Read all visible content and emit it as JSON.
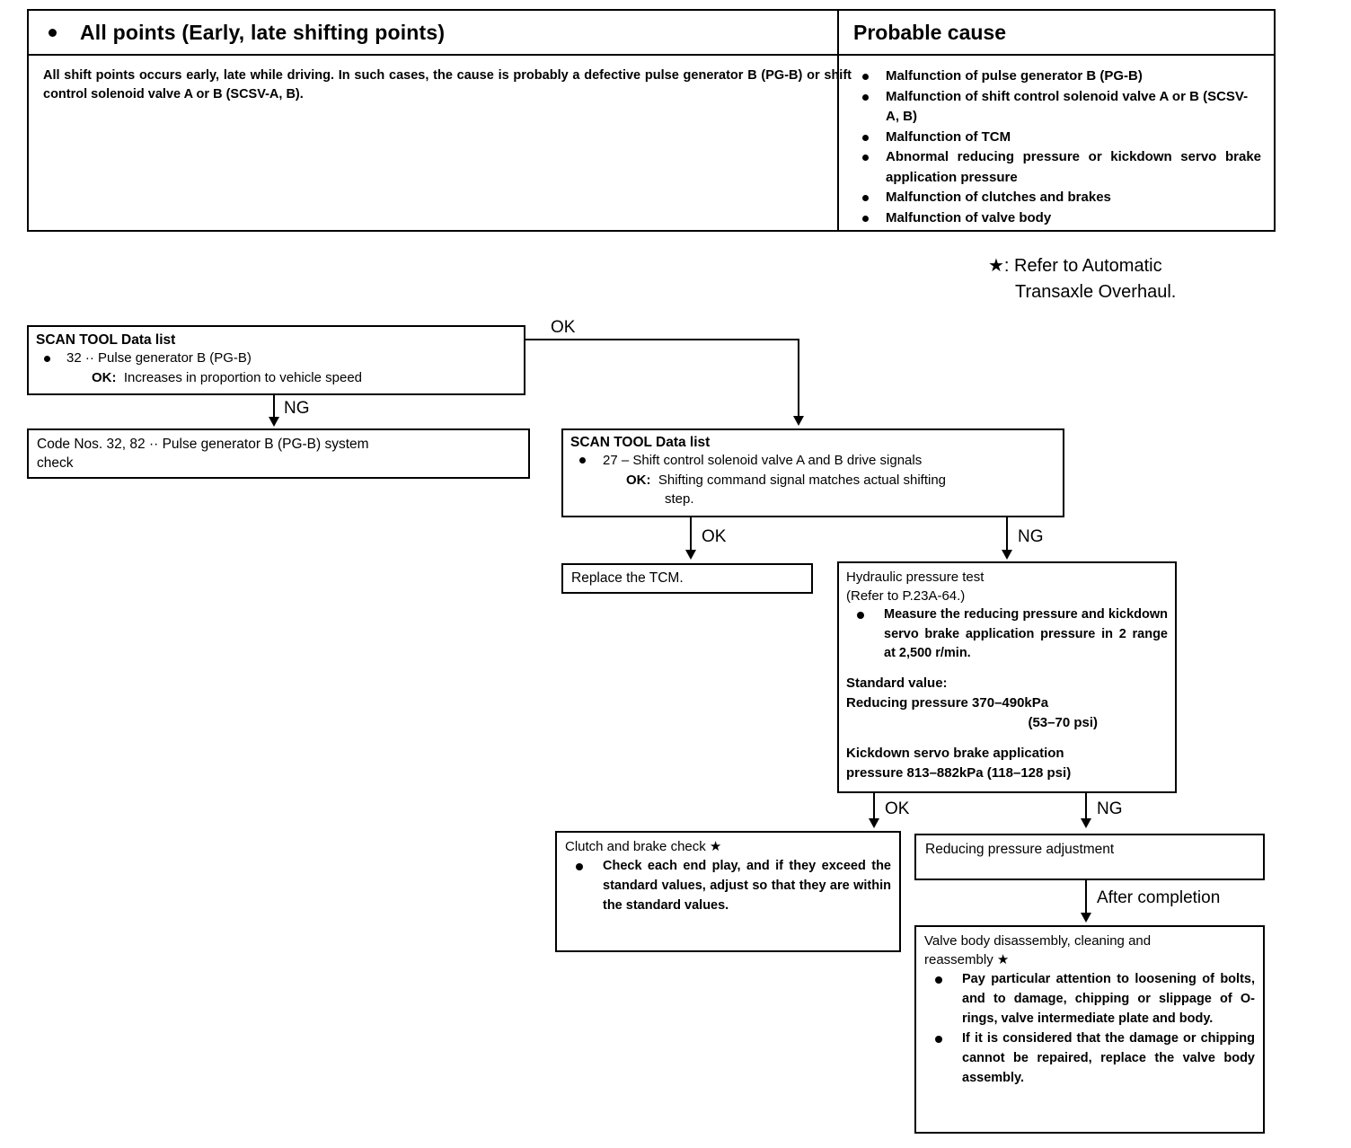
{
  "symptom_table": {
    "header_left": "All points (Early, late shifting points)",
    "header_right": "Probable cause",
    "description": "All shift points occurs early, late while driving.  In such cases, the cause is probably a defective pulse generator B (PG-B) or shift control solenoid valve A or B (SCSV-A, B).",
    "causes": [
      "Malfunction of pulse generator B (PG-B)",
      "Malfunction of shift control solenoid valve A or B (SCSV-A, B)",
      "Malfunction of TCM",
      "Abnormal reducing pressure or kickdown servo brake application pressure",
      "Malfunction of clutches and brakes",
      "Malfunction of valve body"
    ]
  },
  "star_note": {
    "line1": "★: Refer to Automatic",
    "line2": "Transaxle Overhaul."
  },
  "flow": {
    "scan_tool_1": {
      "title": "SCAN TOOL Data list",
      "item": "32 ··  Pulse generator B (PG-B)",
      "ok_label": "OK:",
      "ok_text": "Increases in proportion to vehicle speed"
    },
    "code_check": {
      "line1": "Code Nos. 32, 82 ··  Pulse generator B (PG-B) system",
      "line2": "check"
    },
    "scan_tool_2": {
      "title": "SCAN TOOL Data list",
      "item": "27 – Shift control solenoid valve A and B drive signals",
      "ok_label": "OK:",
      "ok_text": "Shifting command signal matches actual shifting",
      "ok_text2": "step."
    },
    "replace_tcm": "Replace the TCM.",
    "hydraulic": {
      "title": "Hydraulic pressure test",
      "refer": "(Refer to P.23A-64.)",
      "measure": "Measure the reducing pressure and kickdown servo brake application pressure in 2 range at 2,500 r/min.",
      "standard_value_label": "Standard value:",
      "reducing_pressure": "Reducing pressure   370–490kPa",
      "reducing_pressure_psi": "(53–70 psi)",
      "kickdown_line1": "Kickdown servo brake application",
      "kickdown_line2": "pressure 813–882kPa (118–128 psi)"
    },
    "clutch_check": {
      "title": "Clutch and brake check ★",
      "item": "Check each end play, and if they exceed the standard values, adjust so that they are within the standard values."
    },
    "reducing_adjustment": "Reducing pressure adjustment",
    "valve_body": {
      "title_line1": "Valve body disassembly, cleaning and",
      "title_line2": "reassembly ★",
      "item1": "Pay particular attention to loosening of bolts, and to damage, chipping or slippage of O-rings, valve intermediate plate and body.",
      "item2": "If it is considered that the damage or chipping cannot be repaired, replace the valve body assembly."
    },
    "labels": {
      "ok_top": "OK",
      "ng_top": "NG",
      "ok_mid": "OK",
      "ng_mid": "NG",
      "ok_bottom": "OK",
      "ng_bottom": "NG",
      "after_completion": "After completion"
    }
  }
}
